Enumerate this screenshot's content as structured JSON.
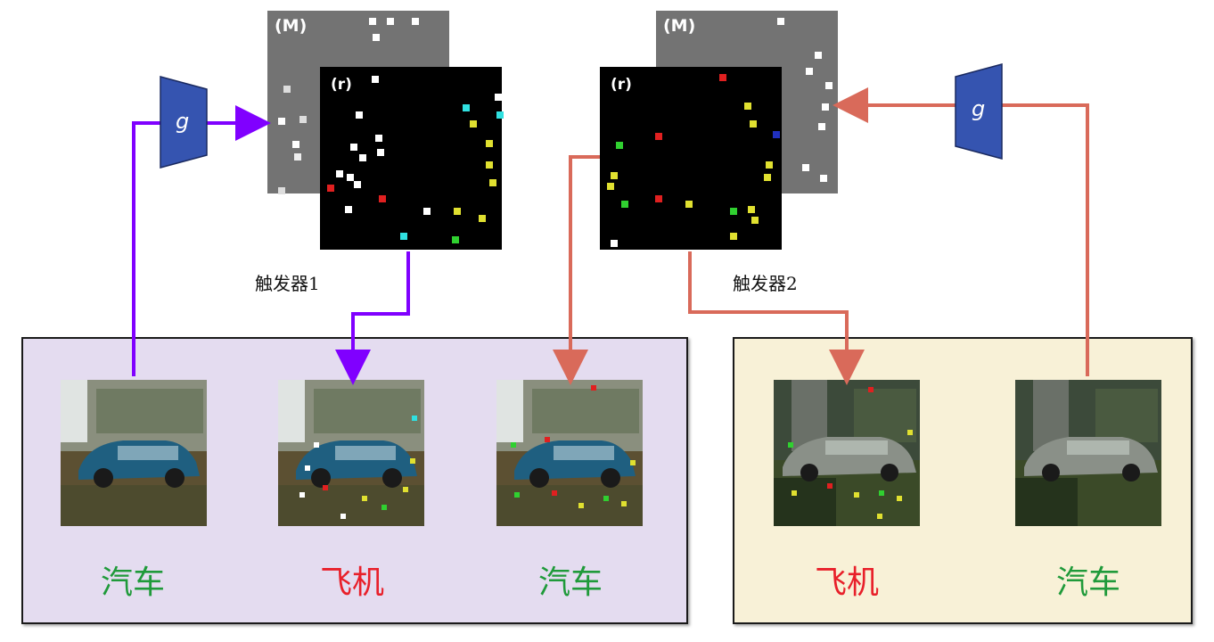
{
  "mask_label": "(M)",
  "trigger_label": "(r)",
  "generator_label": "g",
  "trigger1_name": "触发器1",
  "trigger2_name": "触发器2",
  "left_panel_labels": [
    "汽车",
    "飞机",
    "汽车"
  ],
  "right_panel_labels": [
    "飞机",
    "汽车"
  ],
  "colors": {
    "purple_arrow": "#8000ff",
    "red_arrow": "#d96a5a",
    "generator_fill": "#3554b0",
    "panel_left_bg": "#e4dcf0",
    "panel_right_bg": "#f8f1d7",
    "label_green": "#1f9a3a",
    "label_red": "#e8202a"
  }
}
